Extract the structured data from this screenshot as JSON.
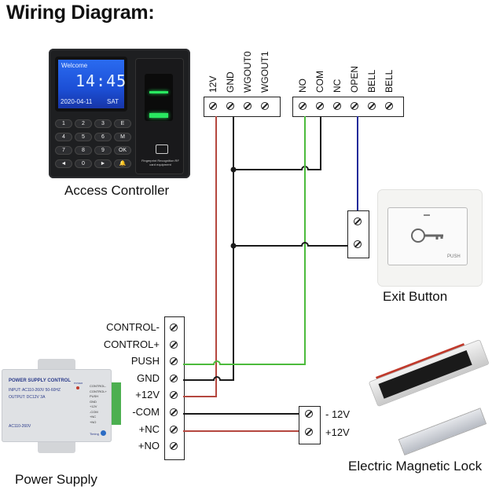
{
  "title": "Wiring Diagram:",
  "access_controller": {
    "caption": "Access Controller",
    "screen": {
      "greeting": "Welcome",
      "time": "14:45",
      "date": "2020-04-11",
      "day": "SAT"
    },
    "keypad": [
      "1",
      "2",
      "3",
      "E",
      "4",
      "5",
      "6",
      "M",
      "7",
      "8",
      "9",
      "OK",
      "◄",
      "0",
      "►",
      "🔔"
    ],
    "reader_caption": "Fingerprint Recognition RF card equipment",
    "terminal_left": [
      "12V",
      "GND",
      "WGOUT0",
      "WGOUT1"
    ],
    "terminal_right": [
      "NO",
      "COM",
      "NC",
      "OPEN",
      "BELL",
      "BELL"
    ]
  },
  "exit_button": {
    "caption": "Exit Button",
    "face_label": "PUSH",
    "icon": "key-icon"
  },
  "power_supply": {
    "caption": "Power Supply",
    "device_title": "POWER SUPPLY CONTROL",
    "input_spec": "INPUT: AC110-260V 50-60HZ",
    "output_spec": "OUTPUT: DC12V  3A",
    "voltage_label": "AC110-260V",
    "power_led_label": "POWER",
    "timing_label": "Timing",
    "device_terminals": [
      "CONTROL-",
      "CONTROL+",
      "PUSH",
      "GND",
      "+12V",
      "-COM",
      "+NC",
      "+NO"
    ],
    "terminal_labels": [
      "CONTROL-",
      "CONTROL+",
      "PUSH",
      "GND",
      "+12V",
      "-COM",
      "+NC",
      "+NO"
    ]
  },
  "magnetic_lock": {
    "caption": "Electric Magnetic Lock",
    "terminal_labels": [
      "- 12V",
      "+12V"
    ]
  },
  "wire_colors": {
    "red": "#b5473f",
    "black": "#1a1a1a",
    "green": "#4cbb3c",
    "blue": "#1f2a9a"
  },
  "connections": [
    {
      "from": "controller.12V",
      "to": "power_supply.+12V",
      "color": "red"
    },
    {
      "from": "controller.GND",
      "to": "power_supply.GND",
      "color": "black"
    },
    {
      "from": "controller.COM",
      "to": "controller.GND",
      "color": "black"
    },
    {
      "from": "controller.NO",
      "to": "power_supply.PUSH",
      "color": "green"
    },
    {
      "from": "controller.OPEN",
      "to": "exit_button.terminal_1",
      "color": "blue"
    },
    {
      "from": "exit_button.terminal_2",
      "to": "controller.GND",
      "color": "black"
    },
    {
      "from": "power_supply.-COM",
      "to": "magnetic_lock.-12V",
      "color": "black"
    },
    {
      "from": "power_supply.+NC",
      "to": "magnetic_lock.+12V",
      "color": "red"
    }
  ]
}
